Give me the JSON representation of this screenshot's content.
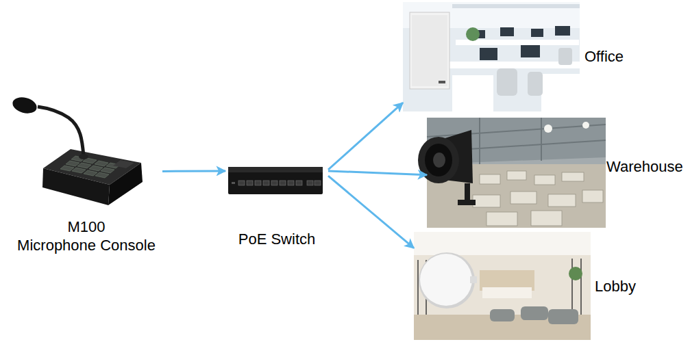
{
  "diagram": {
    "nodes": [
      {
        "text": [
          "M100 Microphone Console"
        ]
      },
      {
        "text": [
          "PoE Switch"
        ]
      },
      {
        "text": [
          "Office"
        ]
      },
      {
        "text": [
          "Warehouse"
        ]
      },
      {
        "text": [
          "Lobby"
        ]
      }
    ],
    "edges": [
      {
        "from": 0,
        "to": 1,
        "arrow": "to"
      },
      {
        "from": 1,
        "to": 2,
        "arrow": "to"
      },
      {
        "from": 1,
        "to": 3,
        "arrow": "to"
      },
      {
        "from": 1,
        "to": 4,
        "arrow": "to"
      }
    ]
  }
}
